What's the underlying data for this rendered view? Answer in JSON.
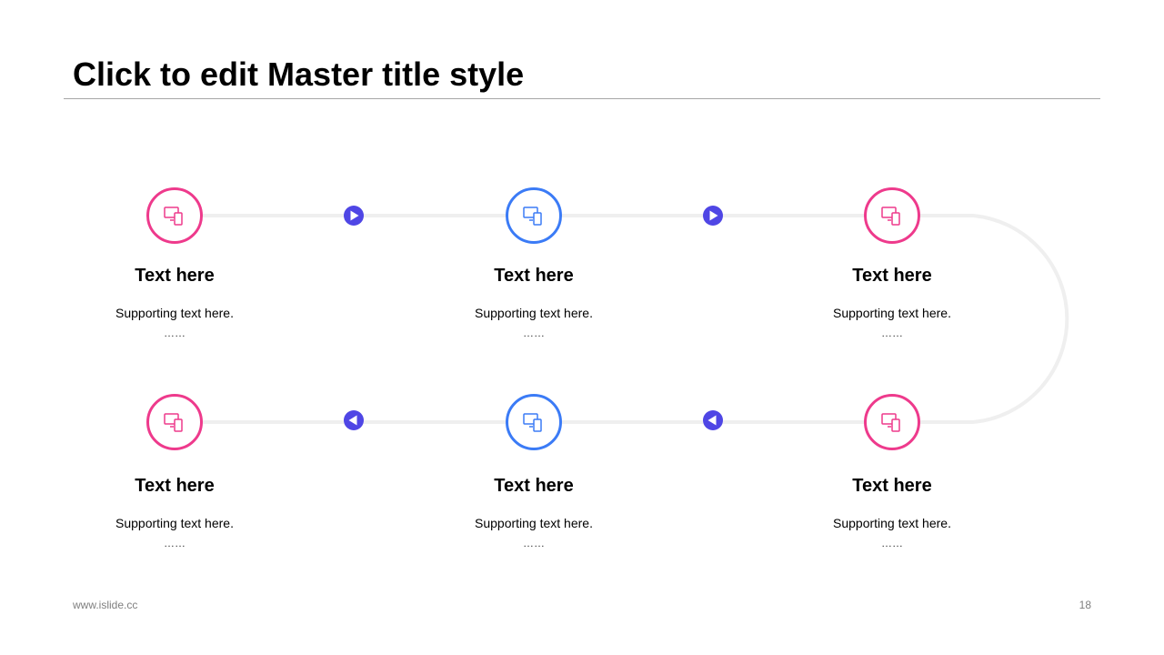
{
  "slide": {
    "title": "Click to edit Master title style"
  },
  "nodes": [
    {
      "title": "Text here",
      "desc": "Supporting  text here.",
      "dots": "……",
      "color": "#EE3A8C",
      "icon": "devices-icon"
    },
    {
      "title": "Text here",
      "desc": "Supporting  text here.",
      "dots": "……",
      "color": "#3B7BF6",
      "icon": "devices-icon"
    },
    {
      "title": "Text here",
      "desc": "Supporting  text here.",
      "dots": "……",
      "color": "#EE3A8C",
      "icon": "devices-icon"
    },
    {
      "title": "Text here",
      "desc": "Supporting  text here.",
      "dots": "……",
      "color": "#EE3A8C",
      "icon": "devices-icon"
    },
    {
      "title": "Text here",
      "desc": "Supporting  text here.",
      "dots": "……",
      "color": "#3B7BF6",
      "icon": "devices-icon"
    },
    {
      "title": "Text here",
      "desc": "Supporting  text here.",
      "dots": "……",
      "color": "#EE3A8C",
      "icon": "devices-icon"
    }
  ],
  "arrows": {
    "color": "#4F46E5",
    "icon_right": "play-right-icon",
    "icon_left": "play-left-icon"
  },
  "connector_color": "#EFEFEF",
  "footer": {
    "url": "www.islide.cc",
    "page": "18"
  }
}
